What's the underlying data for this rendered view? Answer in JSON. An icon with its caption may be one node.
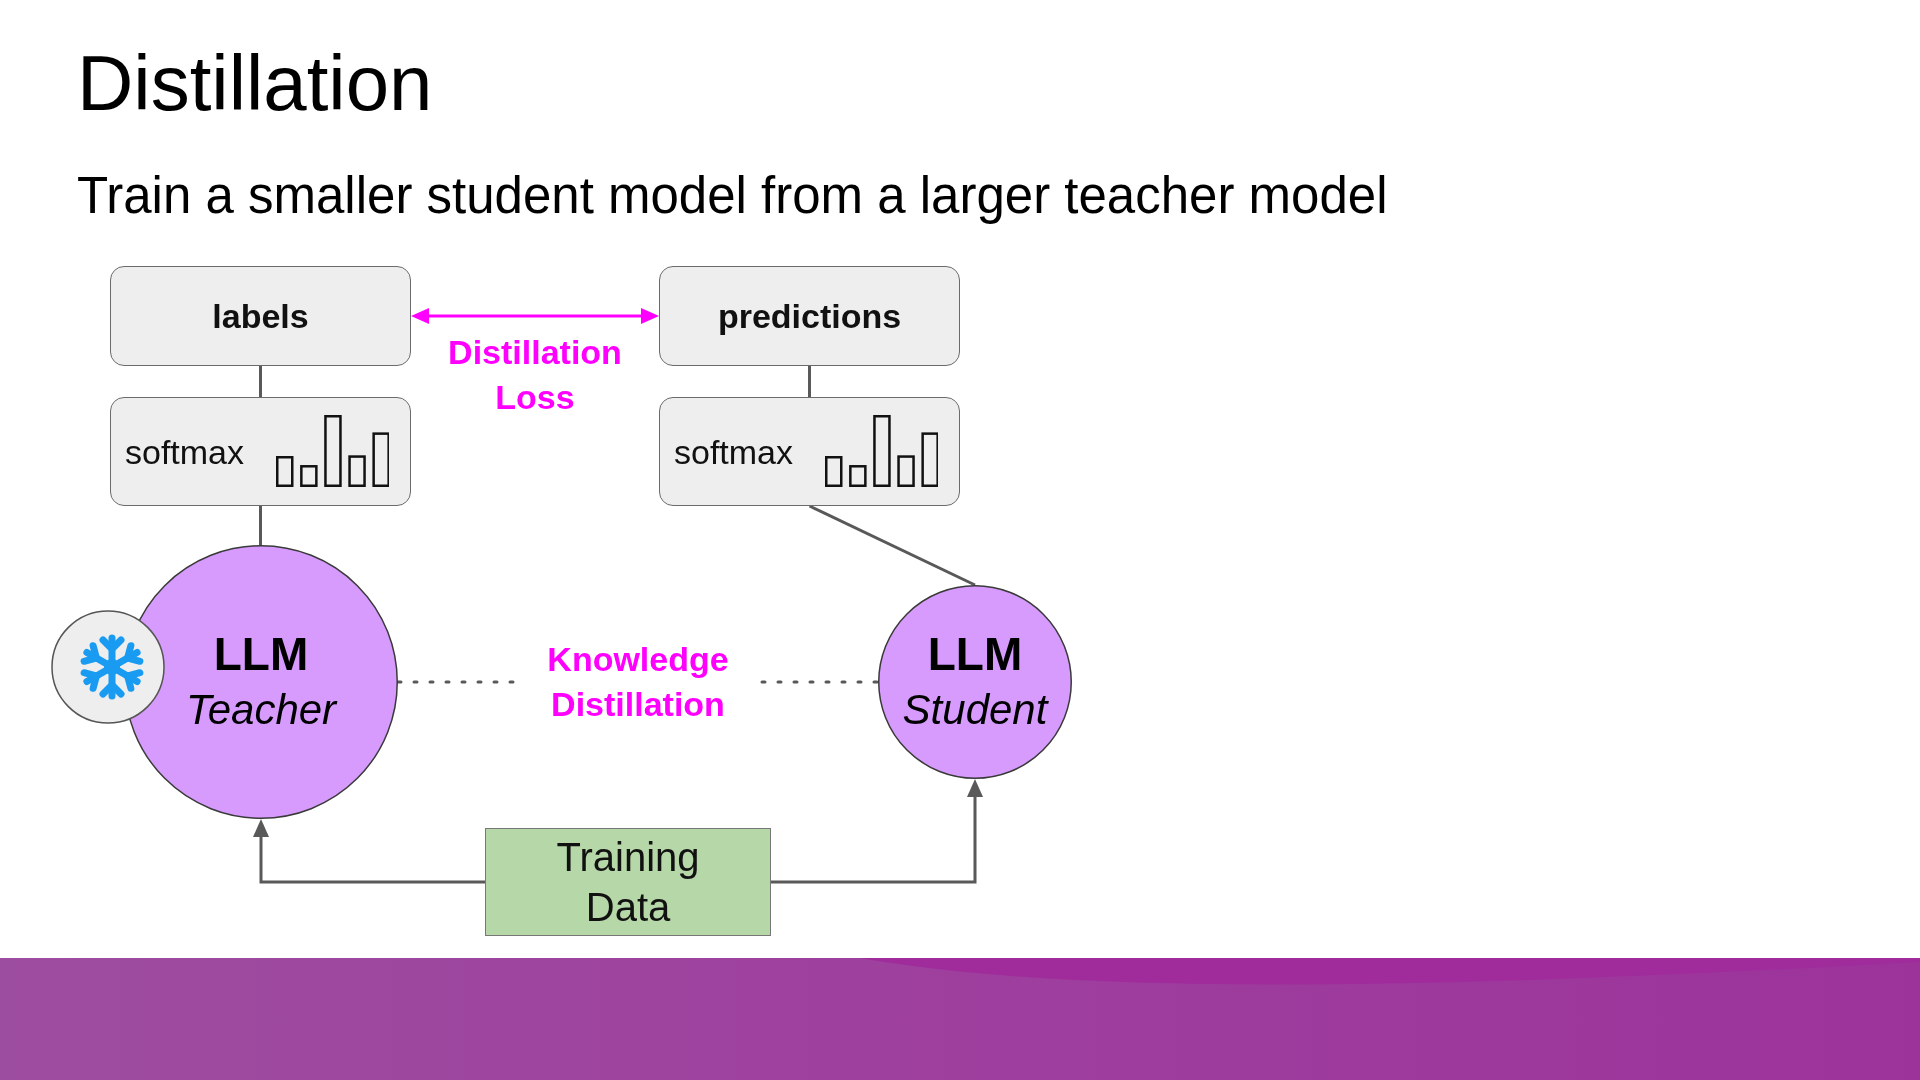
{
  "diagram": {
    "title": "Distillation",
    "nodes": [
      {
        "text": [
          "labels"
        ]
      },
      {
        "text": [
          "predictions"
        ]
      },
      {
        "text": [
          "softmax"
        ]
      },
      {
        "text": [
          "softmax"
        ]
      },
      {
        "text": [
          "LLM",
          "Teacher"
        ]
      },
      {
        "text": [
          "LLM",
          "Student"
        ]
      },
      {
        "text": [
          "Training Data"
        ]
      }
    ],
    "edges": [
      {
        "from": 0,
        "to": 1,
        "arrow": "both",
        "label": "Distillation Loss",
        "color": "#ff00ff"
      },
      {
        "from": 0,
        "to": 2,
        "arrow": "none"
      },
      {
        "from": 1,
        "to": 3,
        "arrow": "none"
      },
      {
        "from": 2,
        "to": 4,
        "arrow": "none"
      },
      {
        "from": 3,
        "to": 5,
        "arrow": "none"
      },
      {
        "from": 4,
        "to": 5,
        "arrow": "none",
        "label": "Knowledge Distillation",
        "style": "dashed"
      },
      {
        "from": 6,
        "to": 4,
        "arrow": "to"
      },
      {
        "from": 6,
        "to": 5,
        "arrow": "to"
      }
    ],
    "labels": [
      "Train a smaller student model from a larger teacher model"
    ]
  }
}
